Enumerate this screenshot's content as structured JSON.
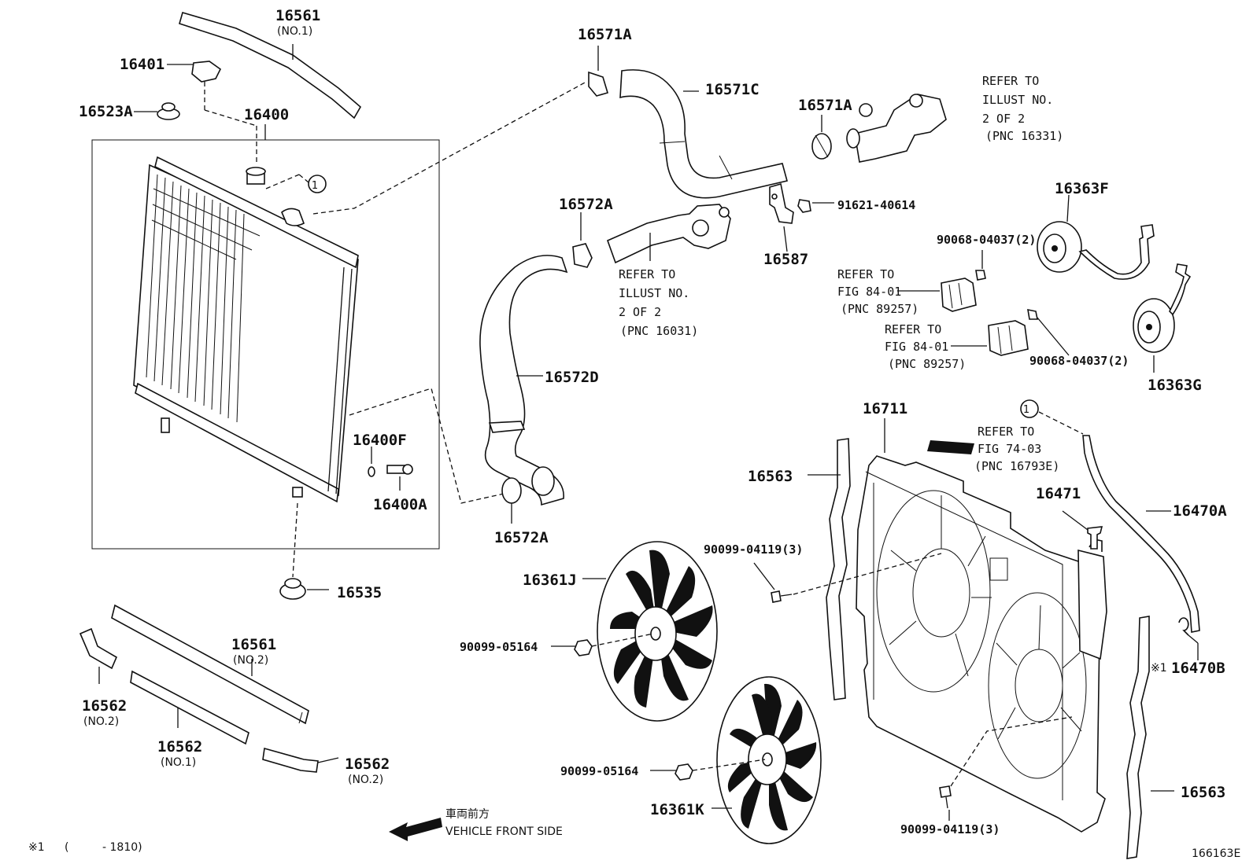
{
  "labels": {
    "p16561_1": "16561",
    "p16561_1_sub": "(NO.1)",
    "p16401": "16401",
    "p16523A": "16523A",
    "p16400": "16400",
    "p16571A_top": "16571A",
    "p16571C": "16571C",
    "p16571A_right": "16571A",
    "p16572A_top": "16572A",
    "p91621": "91621-40614",
    "p16587": "16587",
    "p16363F": "16363F",
    "p90068_a": "90068-04037(2)",
    "p90068_b": "90068-04037(2)",
    "p16363G": "16363G",
    "p16572D": "16572D",
    "p16400F": "16400F",
    "p16400A": "16400A",
    "p16572A_bottom": "16572A",
    "p16711": "16711",
    "p16563_a": "16563",
    "p16471": "16471",
    "p16470A": "16470A",
    "p16361J": "16361J",
    "p90099_04119_a": "90099-04119(3)",
    "p16535": "16535",
    "p16561_2": "16561",
    "p16561_2_sub": "(NO.2)",
    "p90099_05164_a": "90099-05164",
    "p16470B": "16470B",
    "p16470B_mark": "※1",
    "p16562_a": "16562",
    "p16562_a_sub": "(NO.2)",
    "p16562_b": "16562",
    "p16562_b_sub": "(NO.1)",
    "p16562_c": "16562",
    "p16562_c_sub": "(NO.2)",
    "p90099_05164_b": "90099-05164",
    "p16361K": "16361K",
    "p90099_04119_b": "90099-04119(3)",
    "p16563_b": "16563",
    "callout_1": "1",
    "callout_2": "1"
  },
  "refs": {
    "r16331": [
      "REFER TO",
      "ILLUST NO.",
      "2 OF 2",
      "(PNC 16331)"
    ],
    "r16031": [
      "REFER TO",
      "ILLUST NO.",
      "2 OF 2",
      "(PNC 16031)"
    ],
    "r89257_a": [
      "REFER TO",
      "FIG 84-01",
      "(PNC 89257)"
    ],
    "r89257_b": [
      "REFER TO",
      "FIG 84-01",
      "(PNC 89257)"
    ],
    "r16793E": [
      "REFER TO",
      "FIG 74-03",
      "(PNC 16793E)"
    ]
  },
  "footer": {
    "vehicle_front_jp": "車両前方",
    "vehicle_front_en": "VEHICLE FRONT SIDE",
    "note_mark": "※1",
    "note_open": "(",
    "note_value": "- 1810)",
    "figure_code": "166163E"
  }
}
